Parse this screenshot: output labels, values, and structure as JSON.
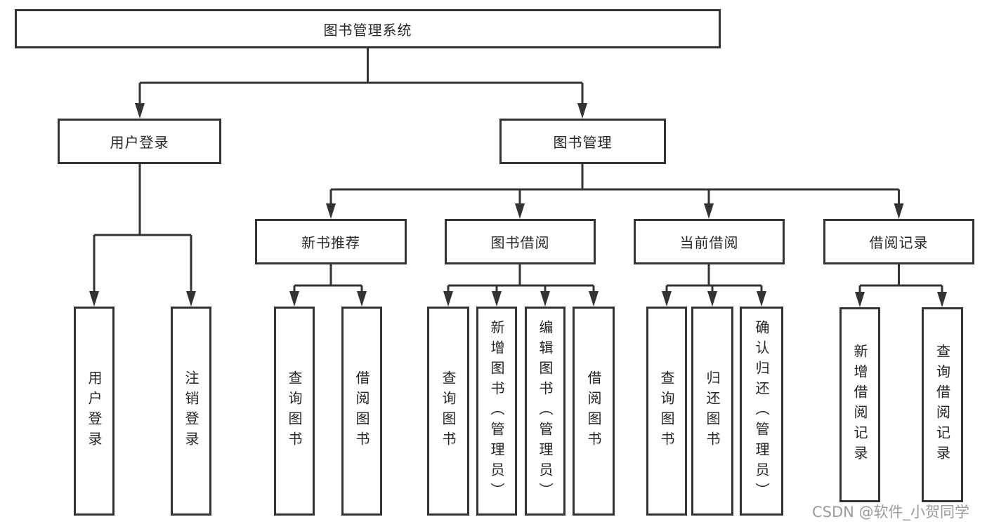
{
  "diagram": {
    "root": {
      "label": "图书管理系统",
      "children": [
        {
          "label": "用户登录",
          "children": [
            {
              "label": "用户登录"
            },
            {
              "label": "注销登录"
            }
          ]
        },
        {
          "label": "图书管理",
          "children": [
            {
              "label": "新书推荐",
              "children": [
                {
                  "label": "查询图书"
                },
                {
                  "label": "借阅图书"
                }
              ]
            },
            {
              "label": "图书借阅",
              "children": [
                {
                  "label": "查询图书"
                },
                {
                  "label": "新增图书（管理员）"
                },
                {
                  "label": "编辑图书（管理员）"
                },
                {
                  "label": "借阅图书"
                }
              ]
            },
            {
              "label": "当前借阅",
              "children": [
                {
                  "label": "查询图书"
                },
                {
                  "label": "归还图书"
                },
                {
                  "label": "确认归还（管理员）"
                }
              ]
            },
            {
              "label": "借阅记录",
              "children": [
                {
                  "label": "新增借阅记录"
                },
                {
                  "label": "查询借阅记录"
                }
              ]
            }
          ]
        }
      ]
    },
    "watermark": "CSDN @软件_小贺同学",
    "colors": {
      "line": "#333333",
      "text": "#262626",
      "watermark": "#9c9c9c",
      "background": "#ffffff"
    }
  }
}
